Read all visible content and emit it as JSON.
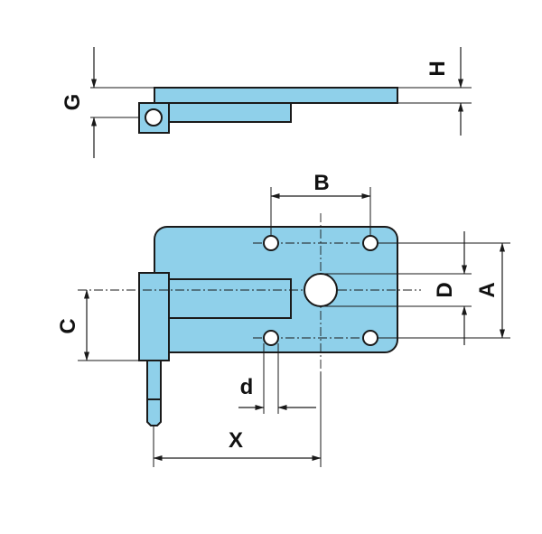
{
  "colors": {
    "part_fill": "#8fd0ea",
    "line": "#1a1a1a"
  },
  "labels": {
    "G": "G",
    "H": "H",
    "B": "B",
    "C": "C",
    "D": "D",
    "A": "A",
    "d": "d",
    "X": "X"
  }
}
